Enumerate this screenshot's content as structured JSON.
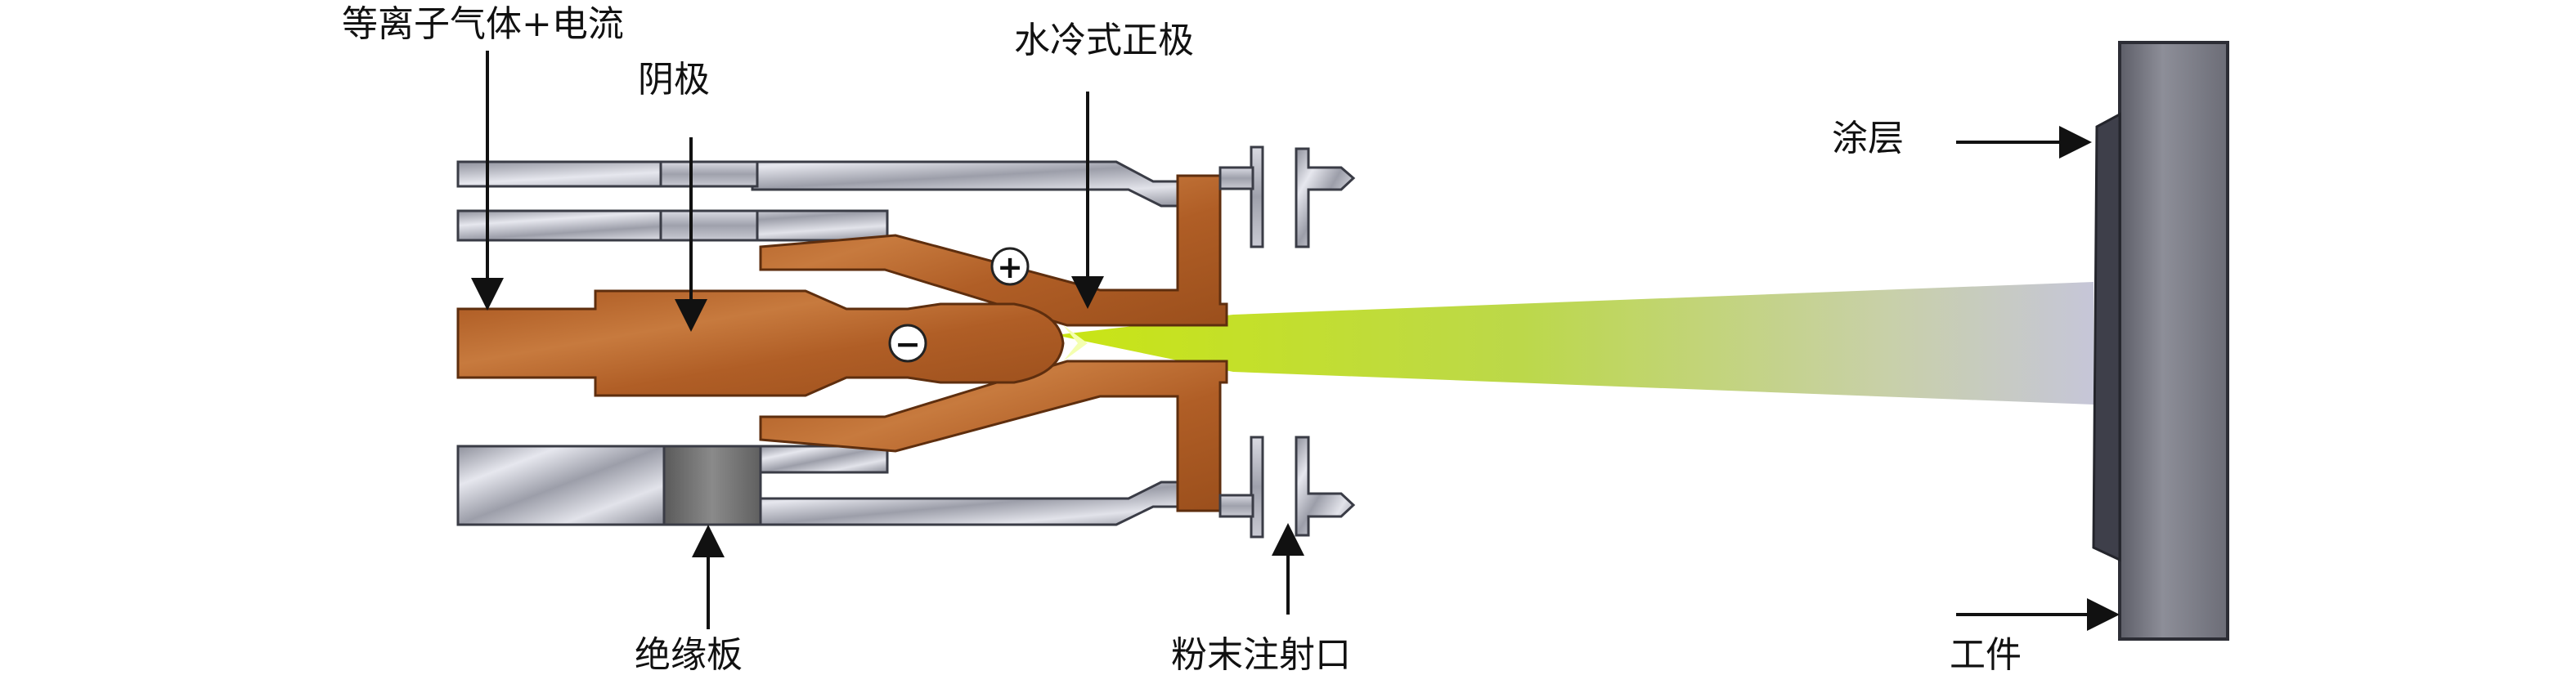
{
  "labels": {
    "plasma_gas_current": "等离子气体+电流",
    "cathode": "阴极",
    "water_cooled_anode": "水冷式正极",
    "coating": "涂层",
    "insulating_plate": "绝缘板",
    "powder_injection_port": "粉末注射口",
    "workpiece": "工件"
  },
  "symbols": {
    "anode_sign": "+",
    "cathode_sign": "−"
  },
  "colors": {
    "copper": "#b8642a",
    "copper_dark": "#7a3c14",
    "steel": "#a9abb6",
    "steel_dark": "#4a4c57",
    "insulator": "#6e6e6e",
    "plume_start": "#c6e21c",
    "plume_end": "#c8c8d6",
    "workpiece": "#7a7b84",
    "coating_layer": "#3e3f4a"
  }
}
